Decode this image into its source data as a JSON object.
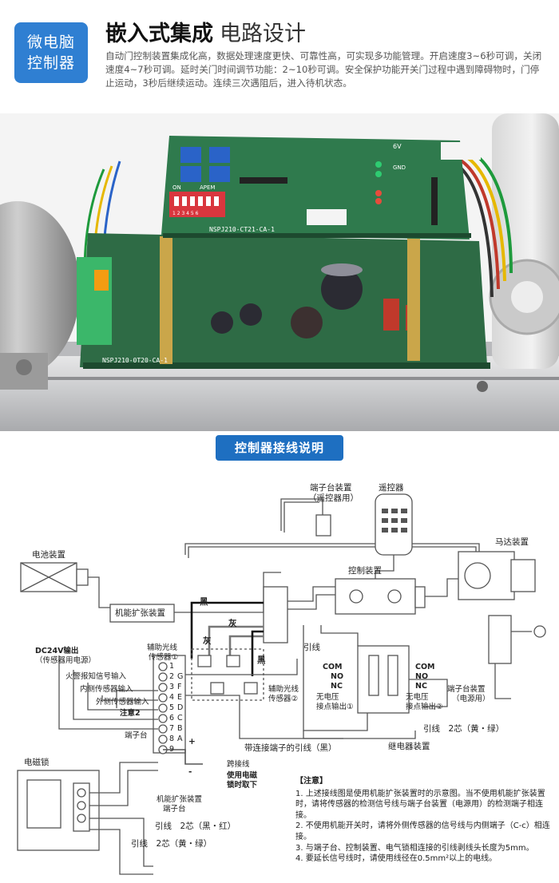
{
  "header": {
    "badge_line1": "微电脑",
    "badge_line2": "控制器",
    "title_bold": "嵌入式集成",
    "title_light": "电路设计",
    "intro": "自动门控制装置集成化高，数据处理速度更快、可靠性高，可实现多功能管理。开启速度3~6秒可调，关闭速度4~7秒可调。延时关门时间调节功能：2~10秒可调。安全保护功能开关门过程中遇到障碍物时，门停止运动，3秒后继续运动。连续三次遇阻后，进入待机状态。"
  },
  "photo": {
    "board_label_top": "NSPJ210-CT21-CA-1",
    "board_label_bottom": "NSPJ210-0T20-CA-1",
    "label_6v": "6V",
    "label_gnd": "GND",
    "label_apem": "APEM",
    "label_on": "ON",
    "dip_numbers": "1 2 3 4 5 6"
  },
  "section": {
    "title": "控制器接线说明"
  },
  "diagram": {
    "terminal_block_dev": "端子台装置",
    "terminal_block_dev_sub": "（遥控器用）",
    "remote": "遥控器",
    "motor_dev": "马达装置",
    "battery_dev": "电池装置",
    "func_expand_dev": "机能扩张装置",
    "controller_dev": "控制装置",
    "black1": "黑",
    "gray1": "灰",
    "gray2": "灰",
    "black2": "黑",
    "aux_sensor1_l1": "辅助光线",
    "aux_sensor1_l2": "传感器①",
    "aux_sensor2_l1": "辅助光线",
    "aux_sensor2_l2": "传感器②",
    "lead_wire": "引线",
    "dc24_l1": "DC24V输出",
    "dc24_l2": "（传感器用电源）",
    "fire_input": "火警报知信号输入",
    "inner_sensor": "内侧传感器输入",
    "outer_sensor": "外侧传感器输入",
    "note2": "注意2",
    "terminals": [
      "1",
      "2",
      "3",
      "4",
      "5",
      "6",
      "7",
      "8",
      "9"
    ],
    "terminal_letters": [
      "G",
      "F",
      "E",
      "D",
      "C",
      "B",
      "A"
    ],
    "terminal_block": "端子台",
    "lead_with_terminal": "带连接端子的引线（黑）",
    "com": "COM",
    "no": "NO",
    "nc": "NC",
    "dry_out1_l1": "无电压",
    "dry_out1_l2": "接点输出①",
    "dry_out2_l1": "无电压",
    "dry_out2_l2": "接点输出②",
    "terminal_block_dev2": "端子台装置",
    "terminal_block_dev2_sub": "（电源用）",
    "lead_2core_yg": "引线　2芯（黄・绿）",
    "relay_dev": "继电器装置",
    "emag_lock": "电磁锁",
    "plus": "+",
    "minus": "-",
    "jumper": "跨接线",
    "jumper_note_l1": "使用电磁",
    "jumper_note_l2": "锁时取下",
    "func_expand_l1": "机能扩张装置",
    "func_expand_l2": "端子台",
    "lead_2core_br": "引线　2芯（黑・红）",
    "lead_2core_yg2": "引线　2芯（黄・绿）"
  },
  "notes": {
    "title": "【注意】",
    "items": [
      "1. 上述接线图是使用机能扩张装置时的示意图。当不使用机能扩张装置时，请将传感器的检测信号线与端子台装置（电源用）的检测端子相连接。",
      "2. 不使用机能开关时，请将外侧传感器的信号线与内侧端子（C-c）相连接。",
      "3. 与端子台、控制装置、电气锁相连接的引线剥线头长度为5mm。",
      "4. 要延长信号线时，请使用线径在0.5mm²以上的电线。"
    ]
  },
  "colors": {
    "badge_blue": "#2f7fd2",
    "tab_blue": "#1e6fc1",
    "pcb_green": "#2e6b45",
    "dip_red": "#d9363e",
    "pot_blue": "#2a63c8"
  }
}
